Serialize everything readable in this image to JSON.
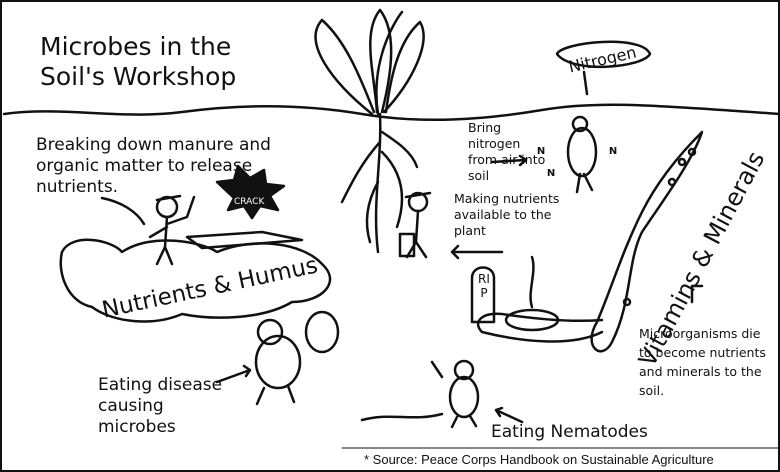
{
  "title": "Microbes in the Soil's Workshop",
  "labels": {
    "breaking_down": "Breaking down manure and organic matter to release nutrients.",
    "crack": "CRACK",
    "nutrients_humus": "Nutrients & Humus",
    "bring_nitrogen": "Bring nitrogen from air into soil",
    "nitrogen_tag": "Nitrogen",
    "n_symbol": "N",
    "making_nutrients": "Making nutrients available to the plant",
    "vitamins_minerals": "Vitamins & Minerals",
    "rip": "RIP",
    "microorganisms_die": "Microorganisms die to become nutrients and minerals to the soil.",
    "eating_disease": "Eating disease causing microbes",
    "eating_nematodes": "Eating Nematodes",
    "source": "* Source: Peace Corps Handbook on Sustainable Agriculture"
  },
  "icons": [
    "plant-icon",
    "microbe-worker-icon",
    "crack-burst-icon",
    "tombstone-icon",
    "nitrogen-microbe-icon"
  ],
  "colors": {
    "ink": "#111111",
    "paper": "#ffffff"
  }
}
